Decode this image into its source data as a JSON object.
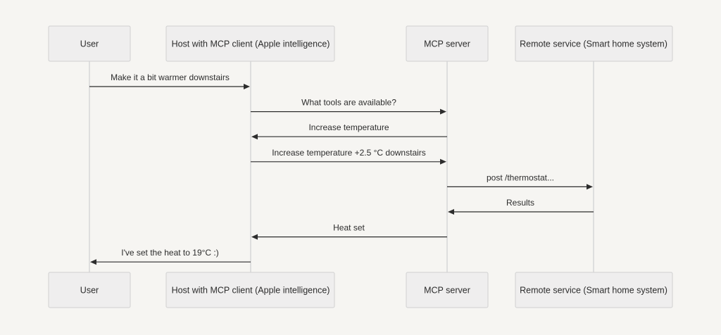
{
  "diagram": {
    "type": "sequence",
    "actors": [
      {
        "id": "user",
        "label": "User"
      },
      {
        "id": "host",
        "label": "Host with MCP client (Apple intelligence)"
      },
      {
        "id": "server",
        "label": "MCP server"
      },
      {
        "id": "remote",
        "label": "Remote service (Smart home system)"
      }
    ],
    "messages": [
      {
        "from": "user",
        "to": "host",
        "label": "Make it a bit warmer downstairs"
      },
      {
        "from": "host",
        "to": "server",
        "label": "What tools are available?"
      },
      {
        "from": "server",
        "to": "host",
        "label": "Increase temperature"
      },
      {
        "from": "host",
        "to": "server",
        "label": "Increase temperature +2.5 °C downstairs"
      },
      {
        "from": "server",
        "to": "remote",
        "label": "post /thermostat..."
      },
      {
        "from": "remote",
        "to": "server",
        "label": "Results"
      },
      {
        "from": "server",
        "to": "host",
        "label": "Heat set"
      },
      {
        "from": "host",
        "to": "user",
        "label": "I've set the heat to 19°C :)"
      }
    ]
  },
  "colors": {
    "background": "#f6f5f2",
    "actor_fill": "#efeeee",
    "actor_border": "#d0d0d0",
    "lifeline": "#dedede",
    "arrow": "#2d2d2d",
    "text": "#2c2c2c"
  }
}
